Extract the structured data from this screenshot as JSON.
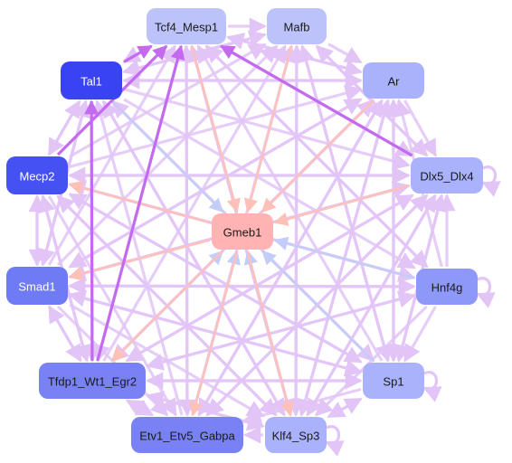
{
  "colors": {
    "edge_default": "#e2c4f7",
    "edge_strong": "#c46af0",
    "edge_salmon": "#ffc0b8",
    "edge_blue": "#c3cdf7"
  },
  "nodes": [
    {
      "id": "Tcf4_Mesp1",
      "label": "Tcf4_Mesp1",
      "fill": "#bcc3fb"
    },
    {
      "id": "Mafb",
      "label": "Mafb",
      "fill": "#bcc3fb"
    },
    {
      "id": "Ar",
      "label": "Ar",
      "fill": "#a9b2fb"
    },
    {
      "id": "Tal1",
      "label": "Tal1",
      "fill": "#3a43f3"
    },
    {
      "id": "Dlx5_Dlx4",
      "label": "Dlx5_Dlx4",
      "fill": "#a9b2fb"
    },
    {
      "id": "Mecp2",
      "label": "Mecp2",
      "fill": "#4651f3"
    },
    {
      "id": "Gmeb1",
      "label": "Gmeb1",
      "fill": "#ffb3b3"
    },
    {
      "id": "Hnf4g",
      "label": "Hnf4g",
      "fill": "#8e98f8"
    },
    {
      "id": "Smad1",
      "label": "Smad1",
      "fill": "#6f7bf5"
    },
    {
      "id": "Tfdp1_Wt1_Egr2",
      "label": "Tfdp1_Wt1_Egr2",
      "fill": "#7882f5"
    },
    {
      "id": "Sp1",
      "label": "Sp1",
      "fill": "#a9b2fb"
    },
    {
      "id": "Etv1_Etv5_Gabpa",
      "label": "Etv1_Etv5_Gabpa",
      "fill": "#7882f5"
    },
    {
      "id": "Klf4_Sp3",
      "label": "Klf4_Sp3",
      "fill": "#a9b2fb"
    }
  ],
  "edges": [
    {
      "from": "Tal1",
      "to": "Tcf4_Mesp1",
      "style": "strong"
    },
    {
      "from": "Dlx5_Dlx4",
      "to": "Tcf4_Mesp1",
      "style": "strong"
    },
    {
      "from": "Mecp2",
      "to": "Tcf4_Mesp1",
      "style": "strong"
    },
    {
      "from": "Tfdp1_Wt1_Egr2",
      "to": "Tcf4_Mesp1",
      "style": "strong"
    },
    {
      "from": "Tfdp1_Wt1_Egr2",
      "to": "Tal1",
      "style": "strong"
    },
    {
      "from": "Tcf4_Mesp1",
      "to": "Gmeb1",
      "style": "salmon"
    },
    {
      "from": "Mafb",
      "to": "Gmeb1",
      "style": "salmon"
    },
    {
      "from": "Ar",
      "to": "Gmeb1",
      "style": "salmon"
    },
    {
      "from": "Dlx5_Dlx4",
      "to": "Gmeb1",
      "style": "salmon"
    },
    {
      "from": "Gmeb1",
      "to": "Mecp2",
      "style": "salmon"
    },
    {
      "from": "Gmeb1",
      "to": "Smad1",
      "style": "salmon"
    },
    {
      "from": "Gmeb1",
      "to": "Tfdp1_Wt1_Egr2",
      "style": "salmon"
    },
    {
      "from": "Gmeb1",
      "to": "Etv1_Etv5_Gabpa",
      "style": "salmon"
    },
    {
      "from": "Gmeb1",
      "to": "Klf4_Sp3",
      "style": "salmon"
    },
    {
      "from": "Tal1",
      "to": "Gmeb1",
      "style": "blue"
    },
    {
      "from": "Hnf4g",
      "to": "Gmeb1",
      "style": "blue"
    },
    {
      "from": "Sp1",
      "to": "Gmeb1",
      "style": "blue"
    },
    {
      "from": "Klf4_Sp3",
      "to": "Gmeb1",
      "style": "blue"
    },
    {
      "from": "Etv1_Etv5_Gabpa",
      "to": "Gmeb1",
      "style": "blue"
    },
    {
      "from": "Tfdp1_Wt1_Egr2",
      "to": "Gmeb1",
      "style": "blue"
    },
    {
      "from": "Mecp2",
      "to": "Dlx5_Dlx4",
      "style": "default"
    },
    {
      "from": "Smad1",
      "to": "Dlx5_Dlx4",
      "style": "default"
    },
    {
      "from": "Tfdp1_Wt1_Egr2",
      "to": "Dlx5_Dlx4",
      "style": "default"
    },
    {
      "from": "Etv1_Etv5_Gabpa",
      "to": "Dlx5_Dlx4",
      "style": "default"
    },
    {
      "from": "Klf4_Sp3",
      "to": "Dlx5_Dlx4",
      "style": "default"
    },
    {
      "from": "Tal1",
      "to": "Dlx5_Dlx4",
      "style": "default"
    },
    {
      "from": "Tcf4_Mesp1",
      "to": "Dlx5_Dlx4",
      "style": "default"
    },
    {
      "from": "Mafb",
      "to": "Dlx5_Dlx4",
      "style": "default"
    },
    {
      "from": "Ar",
      "to": "Dlx5_Dlx4",
      "style": "default"
    },
    {
      "from": "Hnf4g",
      "to": "Dlx5_Dlx4",
      "style": "default"
    },
    {
      "from": "Sp1",
      "to": "Dlx5_Dlx4",
      "style": "default"
    },
    {
      "from": "Tal1",
      "to": "Ar",
      "style": "default"
    },
    {
      "from": "Mecp2",
      "to": "Ar",
      "style": "default"
    },
    {
      "from": "Smad1",
      "to": "Ar",
      "style": "default"
    },
    {
      "from": "Tfdp1_Wt1_Egr2",
      "to": "Ar",
      "style": "default"
    },
    {
      "from": "Etv1_Etv5_Gabpa",
      "to": "Ar",
      "style": "default"
    },
    {
      "from": "Klf4_Sp3",
      "to": "Ar",
      "style": "default"
    },
    {
      "from": "Sp1",
      "to": "Ar",
      "style": "default"
    },
    {
      "from": "Tcf4_Mesp1",
      "to": "Ar",
      "style": "default"
    },
    {
      "from": "Mafb",
      "to": "Ar",
      "style": "default"
    },
    {
      "from": "Hnf4g",
      "to": "Ar",
      "style": "default"
    },
    {
      "from": "Tal1",
      "to": "Mafb",
      "style": "default"
    },
    {
      "from": "Mecp2",
      "to": "Mafb",
      "style": "default"
    },
    {
      "from": "Smad1",
      "to": "Mafb",
      "style": "default"
    },
    {
      "from": "Tfdp1_Wt1_Egr2",
      "to": "Mafb",
      "style": "default"
    },
    {
      "from": "Etv1_Etv5_Gabpa",
      "to": "Mafb",
      "style": "default"
    },
    {
      "from": "Klf4_Sp3",
      "to": "Mafb",
      "style": "default"
    },
    {
      "from": "Sp1",
      "to": "Mafb",
      "style": "default"
    },
    {
      "from": "Dlx5_Dlx4",
      "to": "Mafb",
      "style": "default"
    },
    {
      "from": "Tcf4_Mesp1",
      "to": "Mafb",
      "style": "default"
    },
    {
      "from": "Smad1",
      "to": "Tcf4_Mesp1",
      "style": "default"
    },
    {
      "from": "Etv1_Etv5_Gabpa",
      "to": "Tcf4_Mesp1",
      "style": "default"
    },
    {
      "from": "Klf4_Sp3",
      "to": "Tcf4_Mesp1",
      "style": "default"
    },
    {
      "from": "Sp1",
      "to": "Tcf4_Mesp1",
      "style": "default"
    },
    {
      "from": "Hnf4g",
      "to": "Tcf4_Mesp1",
      "style": "default"
    },
    {
      "from": "Ar",
      "to": "Tcf4_Mesp1",
      "style": "default"
    },
    {
      "from": "Mecp2",
      "to": "Tal1",
      "style": "default"
    },
    {
      "from": "Smad1",
      "to": "Tal1",
      "style": "default"
    },
    {
      "from": "Etv1_Etv5_Gabpa",
      "to": "Tal1",
      "style": "default"
    },
    {
      "from": "Klf4_Sp3",
      "to": "Tal1",
      "style": "default"
    },
    {
      "from": "Sp1",
      "to": "Tal1",
      "style": "default"
    },
    {
      "from": "Ar",
      "to": "Tal1",
      "style": "default"
    },
    {
      "from": "Mafb",
      "to": "Tal1",
      "style": "default"
    },
    {
      "from": "Tcf4_Mesp1",
      "to": "Tal1",
      "style": "default"
    },
    {
      "from": "Tal1",
      "to": "Mecp2",
      "style": "default"
    },
    {
      "from": "Smad1",
      "to": "Mecp2",
      "style": "default"
    },
    {
      "from": "Tfdp1_Wt1_Egr2",
      "to": "Mecp2",
      "style": "default"
    },
    {
      "from": "Klf4_Sp3",
      "to": "Mecp2",
      "style": "default"
    },
    {
      "from": "Sp1",
      "to": "Mecp2",
      "style": "default"
    },
    {
      "from": "Hnf4g",
      "to": "Mecp2",
      "style": "default"
    },
    {
      "from": "Dlx5_Dlx4",
      "to": "Mecp2",
      "style": "default"
    },
    {
      "from": "Mecp2",
      "to": "Smad1",
      "style": "default"
    },
    {
      "from": "Tal1",
      "to": "Smad1",
      "style": "default"
    },
    {
      "from": "Tfdp1_Wt1_Egr2",
      "to": "Smad1",
      "style": "default"
    },
    {
      "from": "Sp1",
      "to": "Smad1",
      "style": "default"
    },
    {
      "from": "Hnf4g",
      "to": "Smad1",
      "style": "default"
    },
    {
      "from": "Dlx5_Dlx4",
      "to": "Smad1",
      "style": "default"
    },
    {
      "from": "Ar",
      "to": "Smad1",
      "style": "default"
    },
    {
      "from": "Tal1",
      "to": "Tfdp1_Wt1_Egr2",
      "style": "default"
    },
    {
      "from": "Mecp2",
      "to": "Tfdp1_Wt1_Egr2",
      "style": "default"
    },
    {
      "from": "Smad1",
      "to": "Tfdp1_Wt1_Egr2",
      "style": "default"
    },
    {
      "from": "Sp1",
      "to": "Tfdp1_Wt1_Egr2",
      "style": "default"
    },
    {
      "from": "Klf4_Sp3",
      "to": "Tfdp1_Wt1_Egr2",
      "style": "default"
    },
    {
      "from": "Etv1_Etv5_Gabpa",
      "to": "Tfdp1_Wt1_Egr2",
      "style": "default"
    },
    {
      "from": "Hnf4g",
      "to": "Tfdp1_Wt1_Egr2",
      "style": "default"
    },
    {
      "from": "Dlx5_Dlx4",
      "to": "Tfdp1_Wt1_Egr2",
      "style": "default"
    },
    {
      "from": "Ar",
      "to": "Tfdp1_Wt1_Egr2",
      "style": "default"
    },
    {
      "from": "Tcf4_Mesp1",
      "to": "Tfdp1_Wt1_Egr2",
      "style": "default"
    },
    {
      "from": "Tfdp1_Wt1_Egr2",
      "to": "Etv1_Etv5_Gabpa",
      "style": "default"
    },
    {
      "from": "Smad1",
      "to": "Etv1_Etv5_Gabpa",
      "style": "default"
    },
    {
      "from": "Mecp2",
      "to": "Etv1_Etv5_Gabpa",
      "style": "default"
    },
    {
      "from": "Tcf4_Mesp1",
      "to": "Etv1_Etv5_Gabpa",
      "style": "default"
    },
    {
      "from": "Dlx5_Dlx4",
      "to": "Etv1_Etv5_Gabpa",
      "style": "default"
    },
    {
      "from": "Ar",
      "to": "Etv1_Etv5_Gabpa",
      "style": "default"
    },
    {
      "from": "Sp1",
      "to": "Etv1_Etv5_Gabpa",
      "style": "default"
    },
    {
      "from": "Klf4_Sp3",
      "to": "Etv1_Etv5_Gabpa",
      "style": "default"
    },
    {
      "from": "Tfdp1_Wt1_Egr2",
      "to": "Klf4_Sp3",
      "style": "default"
    },
    {
      "from": "Smad1",
      "to": "Klf4_Sp3",
      "style": "default"
    },
    {
      "from": "Mecp2",
      "to": "Klf4_Sp3",
      "style": "default"
    },
    {
      "from": "Tal1",
      "to": "Klf4_Sp3",
      "style": "default"
    },
    {
      "from": "Tcf4_Mesp1",
      "to": "Klf4_Sp3",
      "style": "default"
    },
    {
      "from": "Mafb",
      "to": "Klf4_Sp3",
      "style": "default"
    },
    {
      "from": "Ar",
      "to": "Klf4_Sp3",
      "style": "default"
    },
    {
      "from": "Dlx5_Dlx4",
      "to": "Klf4_Sp3",
      "style": "default"
    },
    {
      "from": "Hnf4g",
      "to": "Klf4_Sp3",
      "style": "default"
    },
    {
      "from": "Sp1",
      "to": "Klf4_Sp3",
      "style": "default"
    },
    {
      "from": "Tfdp1_Wt1_Egr2",
      "to": "Sp1",
      "style": "default"
    },
    {
      "from": "Mecp2",
      "to": "Sp1",
      "style": "default"
    },
    {
      "from": "Smad1",
      "to": "Sp1",
      "style": "default"
    },
    {
      "from": "Tal1",
      "to": "Sp1",
      "style": "default"
    },
    {
      "from": "Mafb",
      "to": "Sp1",
      "style": "default"
    },
    {
      "from": "Ar",
      "to": "Sp1",
      "style": "default"
    },
    {
      "from": "Dlx5_Dlx4",
      "to": "Sp1",
      "style": "default"
    },
    {
      "from": "Hnf4g",
      "to": "Sp1",
      "style": "default"
    },
    {
      "from": "Klf4_Sp3",
      "to": "Sp1",
      "style": "default"
    },
    {
      "from": "Tcf4_Mesp1",
      "to": "Hnf4g",
      "style": "default"
    },
    {
      "from": "Tal1",
      "to": "Hnf4g",
      "style": "default"
    },
    {
      "from": "Mecp2",
      "to": "Hnf4g",
      "style": "default"
    },
    {
      "from": "Tfdp1_Wt1_Egr2",
      "to": "Hnf4g",
      "style": "default"
    },
    {
      "from": "Smad1",
      "to": "Hnf4g",
      "style": "default"
    },
    {
      "from": "Dlx5_Dlx4",
      "self": true
    },
    {
      "from": "Hnf4g",
      "self": true
    },
    {
      "from": "Sp1",
      "self": true
    },
    {
      "from": "Klf4_Sp3",
      "self": true
    }
  ]
}
